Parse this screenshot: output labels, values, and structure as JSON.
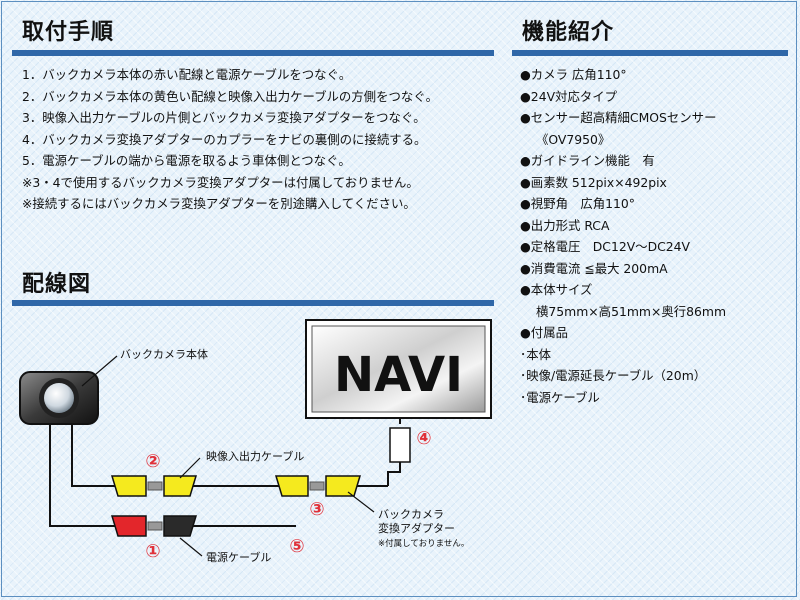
{
  "install": {
    "title": "取付手順",
    "steps": [
      "1．バックカメラ本体の赤い配線と電源ケーブルをつなぐ。",
      "2．バックカメラ本体の黄色い配線と映像入出力ケーブルの方側をつなぐ。",
      "3．映像入出力ケーブルの片側とバックカメラ変換アダプターをつなぐ。",
      "4．バックカメラ変換アダプターのカプラーをナビの裏側のに接続する。",
      "5．電源ケーブルの端から電源を取るよう車体側とつなぐ。",
      "※3・4で使用するバックカメラ変換アダプターは付属しておりません。",
      "※接続するにはバックカメラ変換アダプターを別途購入してください。"
    ]
  },
  "features": {
    "title": "機能紹介",
    "items": [
      "●カメラ 広角110°",
      "●24V対応タイプ",
      "●センサー超高精細CMOSセンサー",
      "《OV7950》",
      "●ガイドライン機能　有",
      "●画素数 512pix×492pix",
      "●視野角　広角110°",
      "●出力形式 RCA",
      "●定格電圧　DC12V～DC24V",
      "●消費電流 ≦最大 200mA",
      "●本体サイズ",
      "横75mm×高51mm×奥行86mm",
      "●付属品",
      "･本体",
      "･映像/電源延長ケーブル（20m）",
      "･電源ケーブル"
    ]
  },
  "wiring": {
    "title": "配線図",
    "navi_label": "NAVI",
    "camera_label": "バックカメラ本体",
    "video_cable_label": "映像入出力ケーブル",
    "adapter_label_1": "バックカメラ",
    "adapter_label_2": "変換アダプター",
    "adapter_note": "※付属しておりません。",
    "power_cable_label": "電源ケーブル",
    "markers": [
      "①",
      "②",
      "③",
      "④",
      "⑤"
    ]
  },
  "colors": {
    "accent_blue": "#2f67a8",
    "marker_red": "#e0313a",
    "yellow_plug": "#f5ea1e",
    "red_plug": "#e3262b"
  }
}
